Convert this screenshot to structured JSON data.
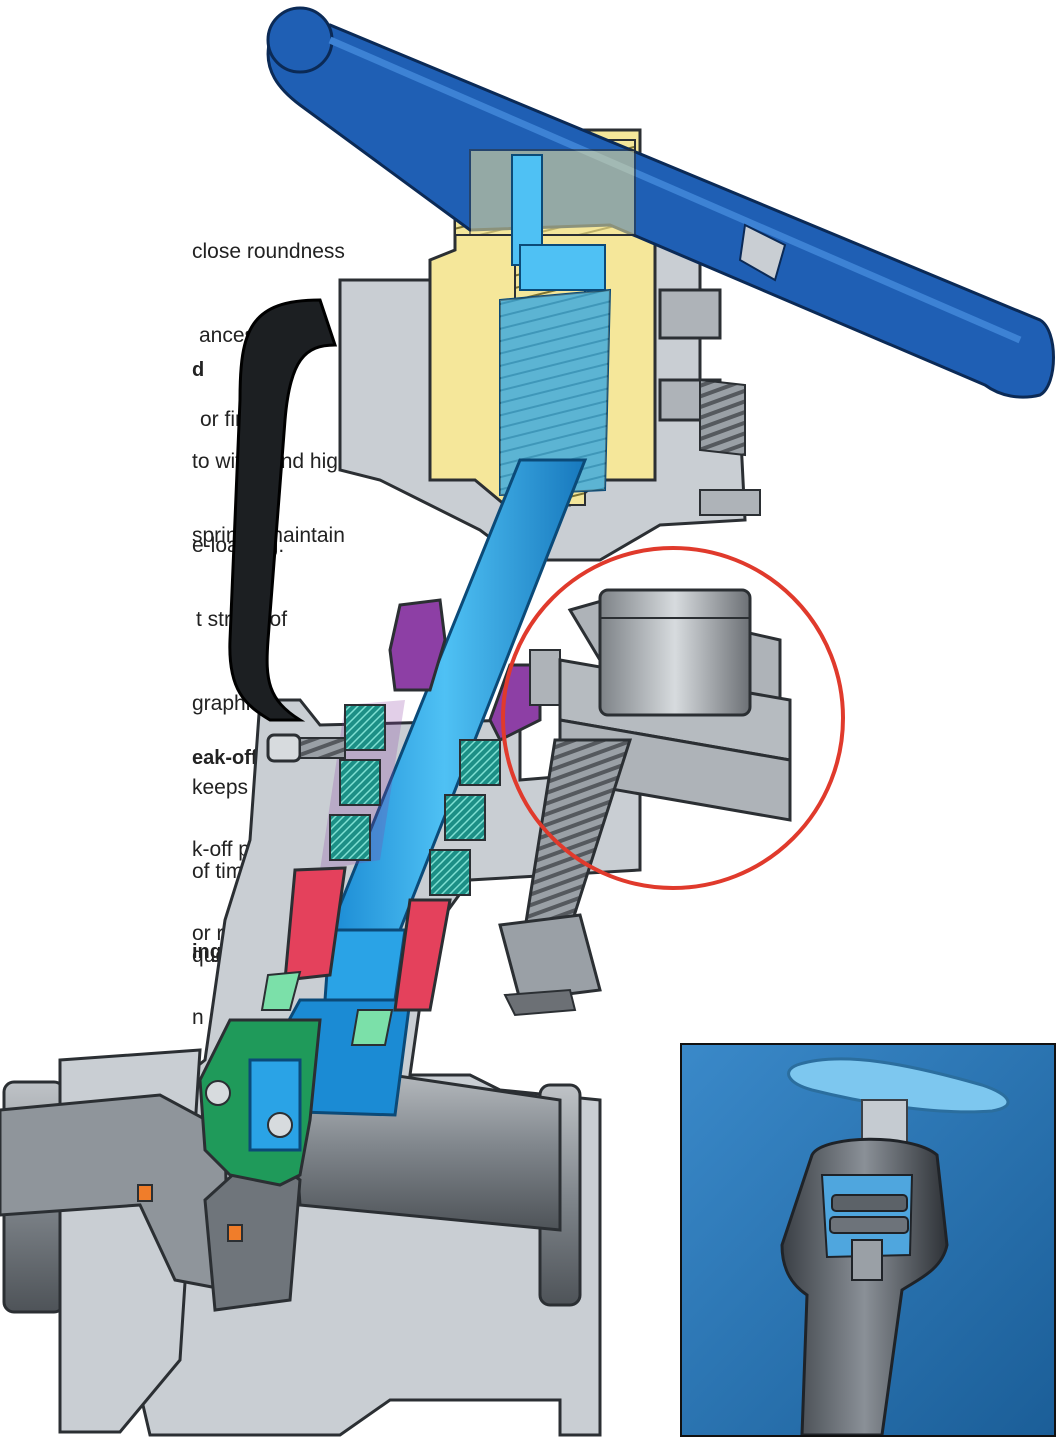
{
  "text_blocks": [
    {
      "heading": "",
      "lines": [
        "close roundness",
        "ances and is",
        "or finish."
      ]
    },
    {
      "heading": "d",
      "lines": [
        "to withstand high",
        "e-loading."
      ]
    },
    {
      "heading": "",
      "lines": [
        "springs maintain",
        "t stress of",
        "graphite",
        "keeps packing",
        "of time without",
        "ques control"
      ]
    },
    {
      "heading": "eak-off",
      "lines": [
        "k-off pipe",
        "or removal",
        "n lower"
      ]
    },
    {
      "heading": "ing chamber",
      "lines": []
    },
    {
      "heading": "",
      "lines": [
        "ns."
      ]
    }
  ],
  "colors": {
    "handwheel": "#1f5fb4",
    "stem": "#2aa3e6",
    "yoke_nut": "#f5e79a",
    "body": "#c9ced3",
    "packing": "#2a9c8e",
    "gland": "#8d3fa5",
    "seal_ring": "#e4415c",
    "disc_guide": "#1f9a5a",
    "highlight_circle": "#e03a2c"
  },
  "icons": [
    "valve-cutaway-drawing",
    "highlight-circle",
    "valve-photo"
  ]
}
